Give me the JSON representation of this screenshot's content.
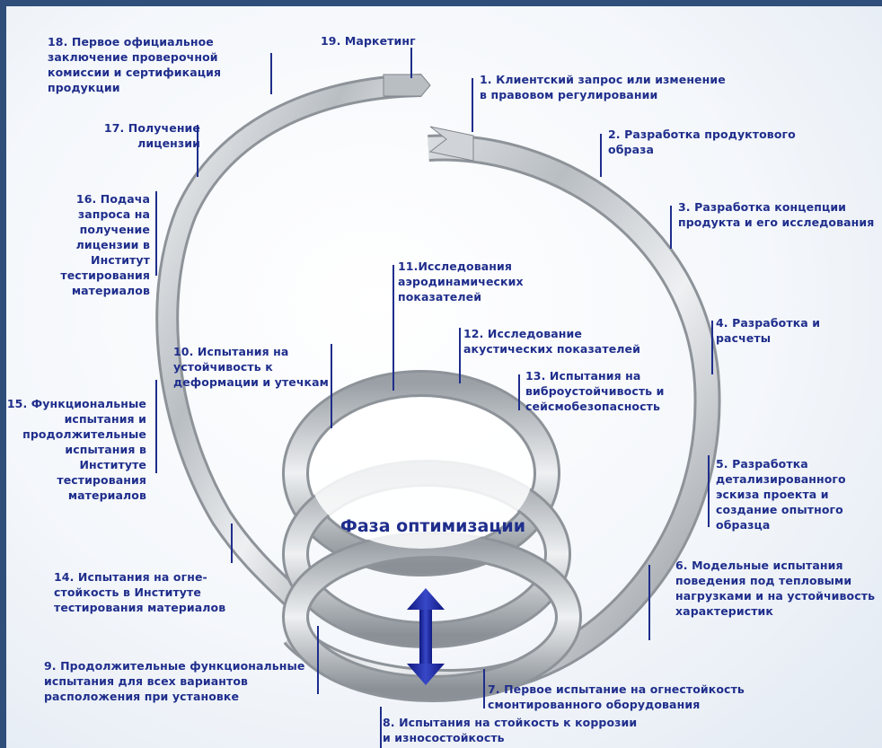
{
  "center_label": "Фаза оптимизации",
  "steps": [
    {
      "id": "s1",
      "text": "1. Клиентский запрос или изменение\nв правовом регулировании"
    },
    {
      "id": "s2",
      "text": "2. Разработка продуктового\nобраза"
    },
    {
      "id": "s3",
      "text": "3. Разработка концепции\nпродукта и его исследования"
    },
    {
      "id": "s4",
      "text": "4. Разработка и\nрасчеты"
    },
    {
      "id": "s5",
      "text": "5. Разработка\nдетализированного\nэскиза проекта и\nсоздание опытного\nобразца"
    },
    {
      "id": "s6",
      "text": "6. Модельные испытания\nповедения под тепловыми\nнагрузками и на устойчивость\nхарактеристик"
    },
    {
      "id": "s7",
      "text": "7. Первое испытание на огнестойкость\nсмонтированного оборудования"
    },
    {
      "id": "s8",
      "text": "8. Испытания на стойкость к коррозии\nи износостойкость"
    },
    {
      "id": "s9",
      "text": "9. Продолжительные функциональные\nиспытания для всех вариантов\nрасположения при установке"
    },
    {
      "id": "s10",
      "text": "10. Испытания на\nустойчивость к\nдеформации и утечкам"
    },
    {
      "id": "s11",
      "text": "11.Исследования\nаэродинамических\nпоказателей"
    },
    {
      "id": "s12",
      "text": "12. Исследование\nакустических показателей"
    },
    {
      "id": "s13",
      "text": "13. Испытания на\nвиброустойчивость и\nсейсмобезопасность"
    },
    {
      "id": "s14",
      "text": "14. Испытания на огне-\nстойкость в Институте\nтестирования материалов"
    },
    {
      "id": "s15",
      "text": "15. Функциональные\nиспытания и\nпродолжительные\nиспытания в\nИнституте\nтестирования\nматериалов"
    },
    {
      "id": "s16",
      "text": "16. Подача\nзапроса на\nполучение\nлицензии в\nИнститут\nтестирования\nматериалов"
    },
    {
      "id": "s17",
      "text": "17. Получение\nлицензии"
    },
    {
      "id": "s18",
      "text": "18. Первое официальное\nзаключение проверочной\nкомиссии и сертификация\nпродукции"
    },
    {
      "id": "s19",
      "text": "19. Маркетинг"
    }
  ],
  "colors": {
    "text": "#1f2e8c",
    "ribbon_light": "#e4e7ea",
    "ribbon_dark": "#7f858b",
    "arrow": "#1f2aa0",
    "background_border": "#2f4f7a"
  }
}
